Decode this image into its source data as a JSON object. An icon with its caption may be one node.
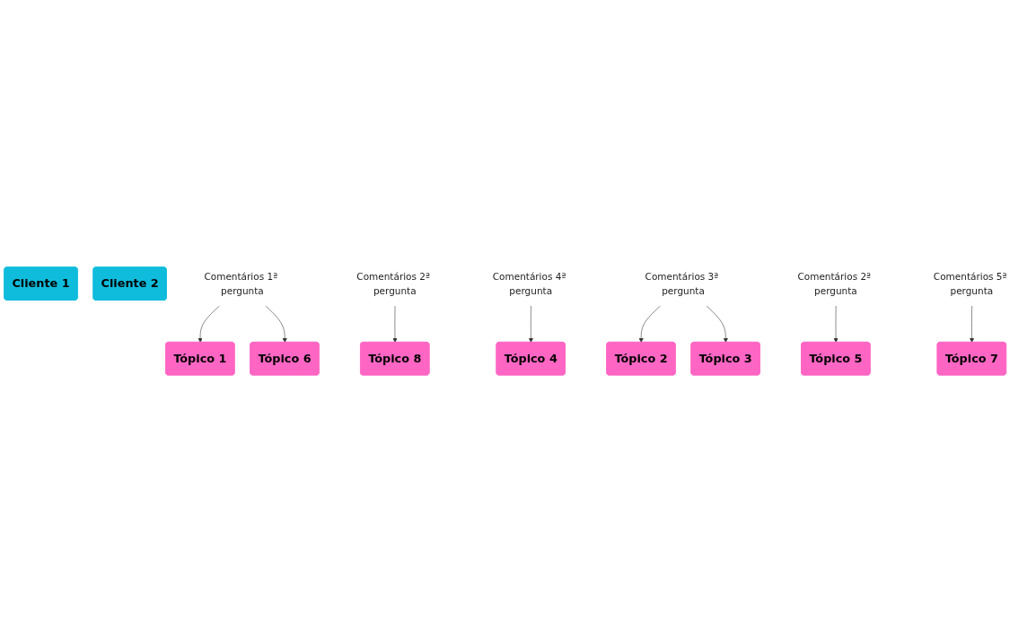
{
  "diagram": {
    "nodes": [
      {
        "text": [
          "Cliente 1"
        ]
      },
      {
        "text": [
          "Cliente 2"
        ]
      },
      {
        "text": [
          "Comentários 1ª pergunta"
        ]
      },
      {
        "text": [
          "Comentários 2ª pergunta"
        ]
      },
      {
        "text": [
          "Comentários 4ª pergunta"
        ]
      },
      {
        "text": [
          "Comentários 3ª pergunta"
        ]
      },
      {
        "text": [
          "Comentários 2ª pergunta"
        ]
      },
      {
        "text": [
          "Comentários 5ª pergunta"
        ]
      },
      {
        "text": [
          "Tópico 1"
        ]
      },
      {
        "text": [
          "Tópico 2"
        ]
      },
      {
        "text": [
          "Tópico 3"
        ]
      },
      {
        "text": [
          "Tópico 4"
        ]
      },
      {
        "text": [
          "Tópico 5"
        ]
      },
      {
        "text": [
          "Tópico 6"
        ]
      },
      {
        "text": [
          "Tópico 7"
        ]
      },
      {
        "text": [
          "Tópico 8"
        ]
      }
    ],
    "edges": [
      {
        "from": 2,
        "to": 8,
        "arrow": "to"
      },
      {
        "from": 2,
        "to": 13,
        "arrow": "to"
      },
      {
        "from": 4,
        "to": 11,
        "arrow": "to"
      },
      {
        "from": 6,
        "to": 12,
        "arrow": "to"
      },
      {
        "from": 3,
        "to": 15,
        "arrow": "to"
      },
      {
        "from": 5,
        "to": 9,
        "arrow": "to"
      },
      {
        "from": 5,
        "to": 10,
        "arrow": "to"
      },
      {
        "from": 7,
        "to": 14,
        "arrow": "to"
      }
    ]
  }
}
